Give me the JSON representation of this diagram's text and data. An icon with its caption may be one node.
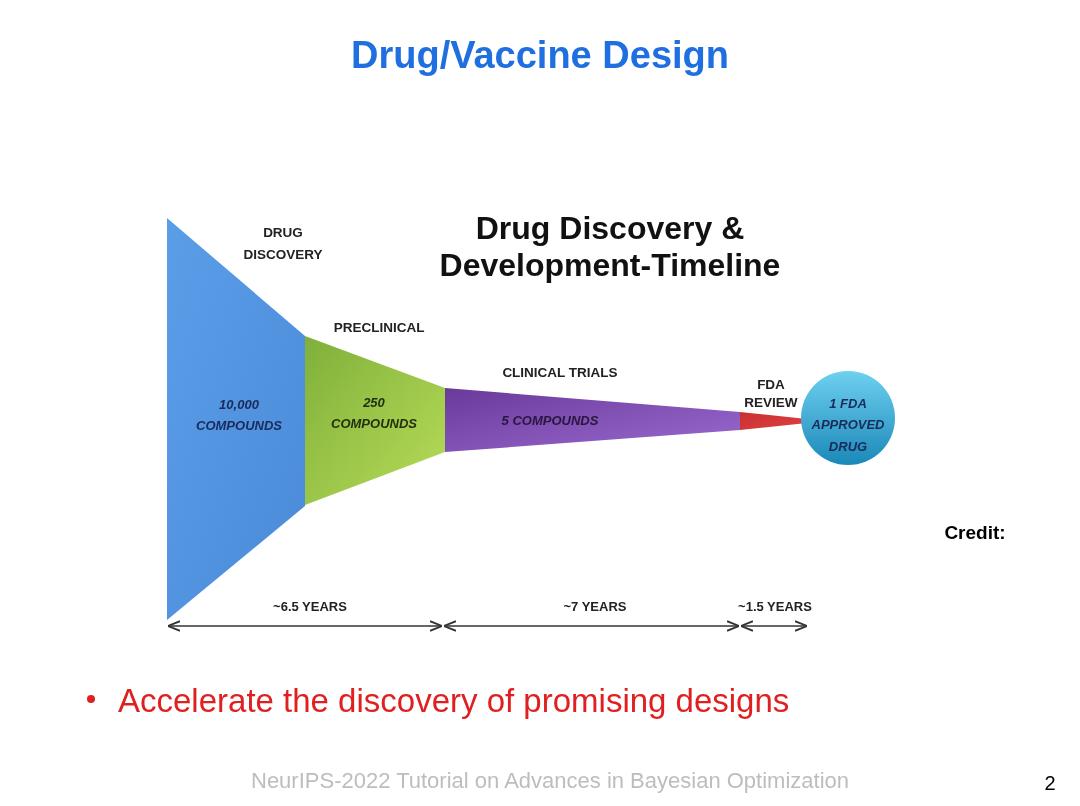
{
  "diagram": {
    "title": "Drug/Vaccine Design",
    "nodes": [
      {
        "text": [
          "DRUG DISCOVERY",
          "10,000 COMPOUNDS"
        ]
      },
      {
        "text": [
          "PRECLINICAL",
          "250 COMPOUNDS"
        ]
      },
      {
        "text": [
          "CLINICAL TRIALS",
          "5 COMPOUNDS"
        ]
      },
      {
        "text": [
          "FDA REVIEW"
        ]
      },
      {
        "text": [
          "1 FDA APPROVED DRUG"
        ]
      }
    ],
    "labels": [
      "Drug Discovery & Development-Timeline",
      "~6.5 YEARS",
      "~7 YEARS",
      "~1.5 YEARS",
      "Credit:",
      "Accelerate the discovery of promising designs",
      "NeurIPS-2022 Tutorial on Advances in Bayesian Optimization",
      "2"
    ]
  }
}
